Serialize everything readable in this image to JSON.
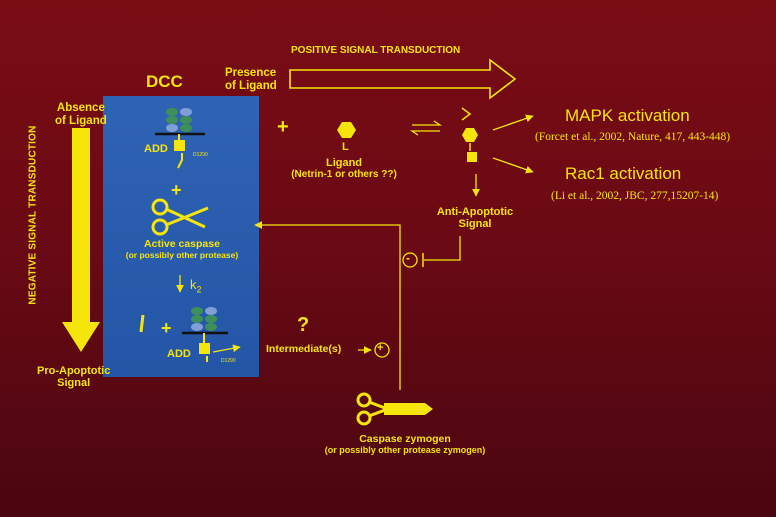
{
  "header": {
    "positive": "POSITIVE SIGNAL TRANSDUCTION",
    "negative": "NEGATIVE SIGNAL TRANSDUCTION"
  },
  "dcc": {
    "title": "DCC",
    "add": "ADD",
    "d1290": "D1290",
    "active_caspase": "Active caspase",
    "active_caspase_note": "(or possibly other protease)",
    "k2": "k",
    "k2_sub": "2",
    "add2": "ADD",
    "d1290_2": "D1290"
  },
  "left": {
    "absence1": "Absence",
    "absence2": "of Ligand",
    "pro1": "Pro-Apoptotic",
    "pro2": "Signal"
  },
  "presence": {
    "l1": "Presence",
    "l2": "of Ligand"
  },
  "ligand": {
    "letter": "L",
    "name": "Ligand",
    "note": "(Netrin-1 or others ??)"
  },
  "plus": "+",
  "question": "?",
  "intermediate": "Intermediate(s)",
  "circle_plus": "+",
  "circle_minus": "-",
  "mapk": {
    "title": "MAPK activation",
    "cite": "(Forcet et al., 2002, Nature, 417, 443-448)"
  },
  "rac1": {
    "title": "Rac1 activation",
    "cite": "(Li et al., 2002, JBC, 277,15207-14)"
  },
  "anti": {
    "l1": "Anti-Apoptotic",
    "l2": "Signal"
  },
  "zymogen": {
    "l1": "Caspase zymogen",
    "l2": "(or possibly other protease zymogen)"
  },
  "colors": {
    "accent": "#f5e50a",
    "panel": "#2a5cad",
    "background": "#6b0a14",
    "receptor_green": "#3f8f5a",
    "receptor_blue": "#7f9fd6"
  }
}
